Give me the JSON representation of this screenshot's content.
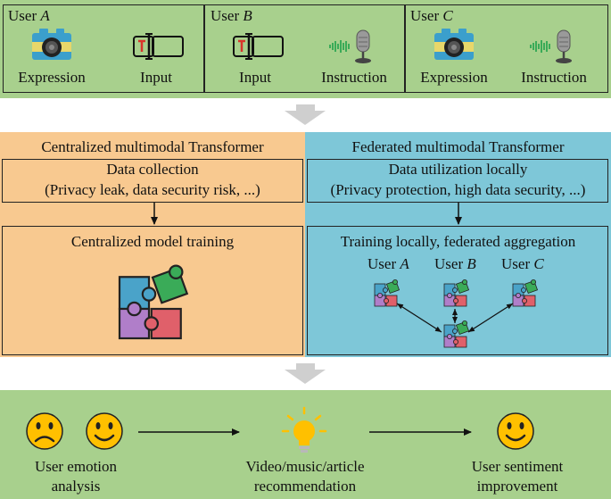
{
  "users": [
    {
      "prefix": "User ",
      "letter": "A",
      "items": [
        "Expression",
        "Input"
      ]
    },
    {
      "prefix": "User ",
      "letter": "B",
      "items": [
        "Input",
        "Instruction"
      ]
    },
    {
      "prefix": "User ",
      "letter": "C",
      "items": [
        "Expression",
        "Instruction"
      ]
    }
  ],
  "icons": {
    "camera": "camera-icon",
    "text_input": "text-input-icon",
    "microphone": "microphone-icon",
    "puzzle": "puzzle-icon",
    "sad_face": "sad-face-icon",
    "happy_face": "happy-face-icon",
    "bulb": "light-bulb-icon"
  },
  "centralized": {
    "title": "Centralized multimodal Transformer",
    "step1": "Data  collection",
    "step1_note": "(Privacy leak, data security risk, ...)",
    "step2": "Centralized model training"
  },
  "federated": {
    "title": "Federated multimodal Transformer",
    "step1": "Data utilization locally",
    "step1_note": "(Privacy protection, high data security, ...)",
    "step2": "Training locally, federated aggregation",
    "users": [
      {
        "prefix": "User ",
        "letter": "A"
      },
      {
        "prefix": "User ",
        "letter": "B"
      },
      {
        "prefix": "User ",
        "letter": "C"
      }
    ]
  },
  "outcome": {
    "step1": [
      "User emotion",
      "analysis"
    ],
    "step2": [
      "Video/music/article",
      "recommendation"
    ],
    "step3": [
      "User sentiment",
      "improvement"
    ]
  },
  "colors": {
    "green": "#a8d08d",
    "orange": "#f8c990",
    "blue": "#7ec7d8",
    "gray_arrow": "#cfcfcf",
    "puzzle_green": "#3aab58",
    "puzzle_blue": "#4aa3c9",
    "puzzle_purple": "#b07ec9",
    "puzzle_red": "#e0606a",
    "face": "#ffc000",
    "bulb": "#ffc000"
  }
}
